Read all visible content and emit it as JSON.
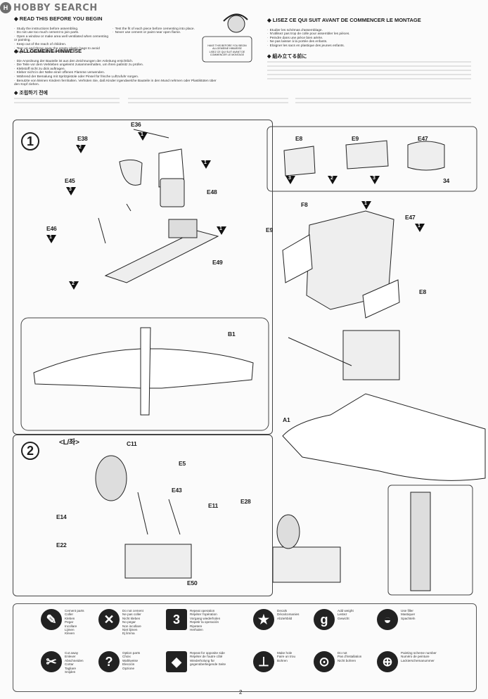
{
  "logo": {
    "text": "HOBBY SEARCH"
  },
  "intro": {
    "en_title": "READ THIS BEFORE YOU BEGIN",
    "en_lines": [
      "Study the instructions before assembling.",
      "Do not use too much cement to join parts.",
      "Open a window or make area well ventilated when cementing or painting.",
      "Keep out of the reach of children.",
      "Tear up and throw away the empty plastic bags to avoid danger of suffocation for little children."
    ],
    "en_lines_right": [
      "Test the fit of each piece before cementing into place.",
      "Never use cement or paint near open flame."
    ],
    "de_title": "ALLGEMEINE HINWEISE",
    "de_lines": [
      "Die Anordnung der Bauteile ist aus den Zeichnungen der Anleitung ersichtlich.",
      "Die Teile vor dem Verkleben ungeleimt zusammenhalten, um ihren paßsitz zu prüfen.",
      "Klebstoff nicht zu dick auftragen.",
      "Kleber nicht in der Nähe einer offenen Flamme verwenden.",
      "Während der Bemalung mit Spritzpistole oder Pinsel für frische Luftzufuhr sorgen.",
      "Benutzte von kleinen Kindern fernhalten. Verhüten Sie, daß Kinder irgendwelche Bauteile in den Mund nehmen oder Plastiktüten über den Kopf ziehen."
    ],
    "fr_title": "LISEZ CE QUI SUIT AVANT DE COMMENCER LE MONTAGE",
    "fr_lines": [
      "Etudier les schémas d'assemblage.",
      "N'utilisez pas trop de colle pour assembler les pièces.",
      "Peindre dans une pièce bien aérée.",
      "Ne pas laisser à la portée des enfants.",
      "Eloigner les sacs en plastique des jeunes enfants."
    ],
    "ja_title": "組み立てる前に",
    "ko_title": "조립하기 전에",
    "bubble": [
      "HAVE THIS BEFORE YOU BEGIN",
      "ALLGEMEINE HINWEISE",
      "LISEZ CE QUI SUIT AVANT DE COMMENCER LE MONTAGE"
    ]
  },
  "step1": {
    "number": "1",
    "parts": {
      "e36": "E36",
      "e38": "E38",
      "e45": "E45",
      "e46": "E46",
      "e48": "E48",
      "e49": "E49",
      "e8a": "E8",
      "e9a": "E9",
      "e47a": "E47",
      "f8": "F8",
      "e9b": "E9",
      "e47b": "E47",
      "e8b": "E8",
      "b1": "B1",
      "a1": "A1",
      "ref34": "34"
    },
    "counts": {
      "t1": "1",
      "t2": "2",
      "t3": "3"
    }
  },
  "step2": {
    "number": "2",
    "side": "<L/좌>",
    "parts": {
      "c11": "C11",
      "e5": "E5",
      "e43": "E43",
      "e11": "E11",
      "e14": "E14",
      "e22": "E22",
      "e28": "E28",
      "e50": "E50"
    }
  },
  "legend": [
    {
      "icon": "cement-icon",
      "glyph": "✎",
      "text": "Cement parts\nColler\nKleben\nPegar\nIncollare\nLijmen\nKleven"
    },
    {
      "icon": "no-cement-icon",
      "glyph": "✕",
      "text": "Do not cement\nNe pas coller\nNicht kleben\nNo pegar\nNon incollare\nNiet lijmen\nEj limma"
    },
    {
      "icon": "repeat-icon",
      "glyph": "3",
      "text": "Repeat operation\nRépéter l'opération\nVorgang wiederholen\nRepetir la operación\nRipetere\nHerhalen"
    },
    {
      "icon": "decals-icon",
      "glyph": "★",
      "text": "Decals\nDécalcomanies\nAbziehbild"
    },
    {
      "icon": "weight-icon",
      "glyph": "g",
      "text": "Add weight\nLestez\nGewicht"
    },
    {
      "icon": "filler-icon",
      "glyph": "◒",
      "text": "Use filler\nMastiquer\nSpachteln"
    },
    {
      "icon": "cut-icon",
      "glyph": "✂",
      "text": "Cut away\nEnlever\nAbschneiden\nCortar\nTagliare\nSnijden"
    },
    {
      "icon": "option-icon",
      "glyph": "?",
      "text": "Option parts\nChoix\nWahlweise\nElección\nOpzione"
    },
    {
      "icon": "opposite-side-icon",
      "glyph": "◆",
      "text": "Repeat for opposite side\nRépéter de l'autre côté\nWiederholung für gegenüberliegende Seite"
    },
    {
      "icon": "make-hole-icon",
      "glyph": "⊥",
      "text": "Make hole\nFaire un trou\nBohren"
    },
    {
      "icon": "drill-icon",
      "glyph": "⊙",
      "text": "Do not\nPas d'installation\nNicht bohren"
    },
    {
      "icon": "screw-icon",
      "glyph": "⊕",
      "text": "Painting scheme number\nNuméro de peinture\nLackierschemanummer"
    }
  ],
  "page_number": "2"
}
